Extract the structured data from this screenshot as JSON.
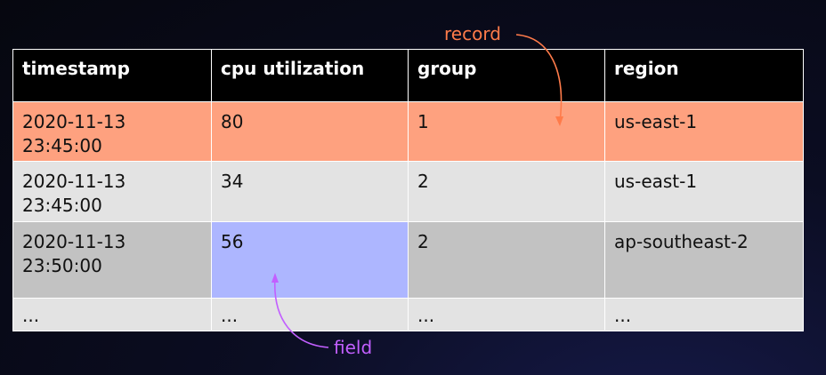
{
  "headers": [
    "timestamp",
    "cpu utilization",
    "group",
    "region"
  ],
  "rows": [
    {
      "timestamp": "2020-11-13\n23:45:00",
      "cpu": "80",
      "group": "1",
      "region": "us-east-1"
    },
    {
      "timestamp": "2020-11-13\n23:45:00",
      "cpu": "34",
      "group": "2",
      "region": "us-east-1"
    },
    {
      "timestamp": "2020-11-13\n23:50:00",
      "cpu": "56",
      "group": "2",
      "region": "ap-southeast-2"
    },
    {
      "timestamp": "...",
      "cpu": "...",
      "group": "...",
      "region": "..."
    }
  ],
  "annotations": {
    "record": "record",
    "field": "field"
  },
  "colors": {
    "header_bg": "#000000",
    "record_row": "#fea17f",
    "field_cell": "#adb6ff",
    "row_light": "#e3e3e3",
    "row_dark": "#c2c2c2",
    "record_label": "#ff7b4a",
    "field_label": "#c25fff"
  }
}
